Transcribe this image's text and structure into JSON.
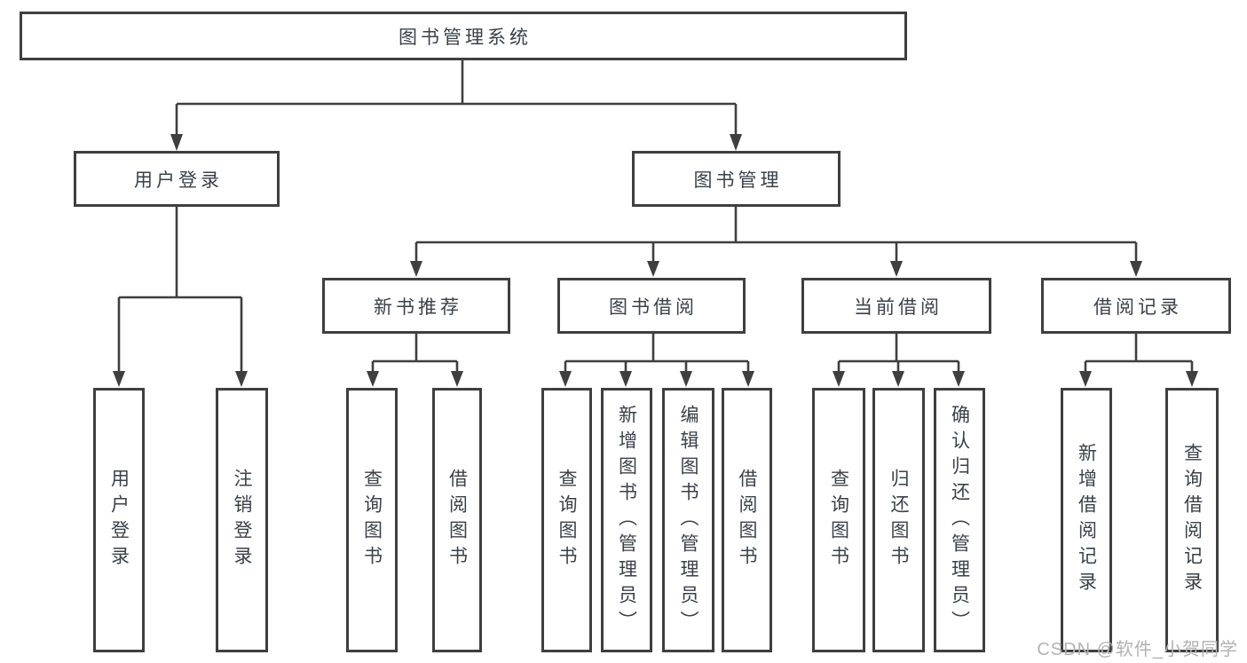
{
  "diagram": {
    "type": "tree",
    "title": "图书管理系统",
    "colors": {
      "line": "#3f3f3f",
      "text": "#3a4149",
      "background": "#ffffff",
      "watermark": "#b2b2b2"
    },
    "root": {
      "label": "图书管理系统"
    },
    "branches": [
      {
        "label": "用户登录",
        "children": [
          {
            "label": "用户登录"
          },
          {
            "label": "注销登录"
          }
        ]
      },
      {
        "label": "图书管理",
        "children": [
          {
            "label": "新书推荐",
            "children": [
              {
                "label": "查询图书"
              },
              {
                "label": "借阅图书"
              }
            ]
          },
          {
            "label": "图书借阅",
            "children": [
              {
                "label": "查询图书"
              },
              {
                "label": "新增图书（管理员）"
              },
              {
                "label": "编辑图书（管理员）"
              },
              {
                "label": "借阅图书"
              }
            ]
          },
          {
            "label": "当前借阅",
            "children": [
              {
                "label": "查询图书"
              },
              {
                "label": "归还图书"
              },
              {
                "label": "确认归还（管理员）"
              }
            ]
          },
          {
            "label": "借阅记录",
            "children": [
              {
                "label": "新增借阅记录"
              },
              {
                "label": "查询借阅记录"
              }
            ]
          }
        ]
      }
    ],
    "watermark": "CSDN @软件_小贺同学"
  }
}
